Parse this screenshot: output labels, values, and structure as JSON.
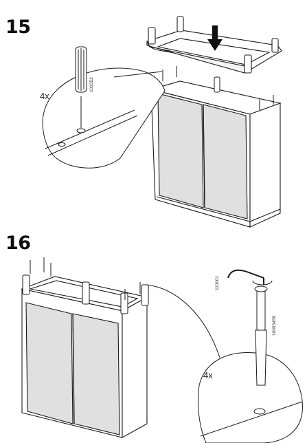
{
  "steps": [
    {
      "number": "15",
      "quantity": "4x",
      "part_number": "101352"
    },
    {
      "number": "16",
      "quantity": "4x",
      "part_numbers": [
        "110001",
        "10093458"
      ]
    }
  ],
  "colors": {
    "line": "#1a1a1a",
    "panel": "#e3e3e3",
    "door_shade": "#d8d8d8",
    "arrow": "#111111"
  }
}
